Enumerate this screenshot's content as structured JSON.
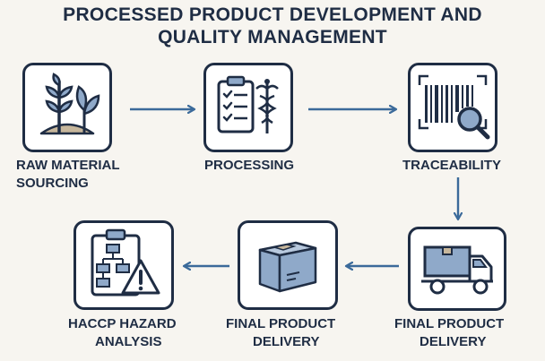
{
  "title": [
    "PROCESSED PRODUCT DEVELOPMENT AND",
    "QUALITY MANAGEMENT"
  ],
  "nodes": [
    {
      "icon": "plant-sprout-icon",
      "label": [
        "RAW MATERIAL",
        "SOURCING"
      ]
    },
    {
      "icon": "clipboard-caduceus-icon",
      "label": [
        "PROCESSING"
      ]
    },
    {
      "icon": "barcode-magnifier-icon",
      "label": [
        "TRACEABILITY"
      ]
    },
    {
      "icon": "delivery-truck-icon",
      "label": [
        "FINAL PRODUCT",
        "DELIVERY"
      ]
    },
    {
      "icon": "package-box-icon",
      "label": [
        "FINAL PRODUCT",
        "DELIVERY"
      ]
    },
    {
      "icon": "hazard-flowchart-icon",
      "label": [
        "HACCP HAZARD",
        "ANALYSIS"
      ]
    }
  ],
  "colors": {
    "dark": "#1f2d44",
    "accent": "#3b6a9a",
    "fill": "#8fa9c9",
    "tan": "#c7b79c",
    "background": "#f7f5f0"
  }
}
